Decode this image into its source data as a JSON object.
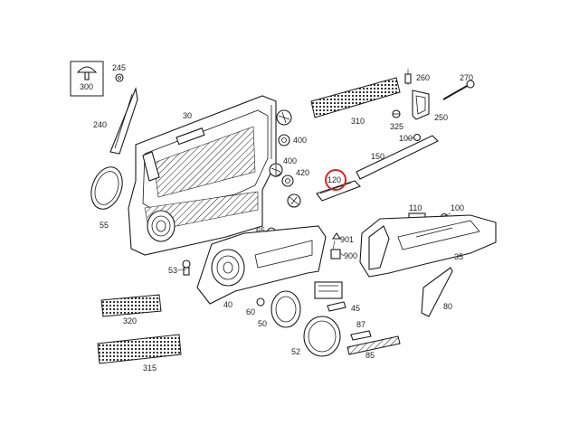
{
  "parts": {
    "p300": "300",
    "p245": "245",
    "p240": "240",
    "p30": "30",
    "p55": "55",
    "p400a": "400",
    "p400b": "400",
    "p420": "420",
    "p310": "310",
    "p260": "260",
    "p270": "270",
    "p250": "250",
    "p325": "325",
    "p100a": "100",
    "p150": "150",
    "p120": "120",
    "p110": "110",
    "p100b": "100",
    "p35": "35",
    "p65": "65",
    "p53": "53",
    "p901": "901",
    "p900": "900",
    "p60": "60",
    "p40": "40",
    "p50": "50",
    "p45": "45",
    "p320": "320",
    "p52": "52",
    "p87": "87",
    "p85": "85",
    "p80": "80",
    "p315": "315"
  },
  "highlight": {
    "part": "120",
    "color": "#e02020"
  }
}
